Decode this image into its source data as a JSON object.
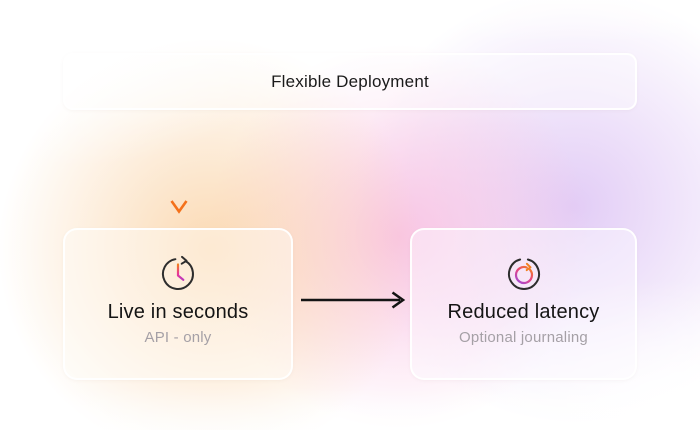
{
  "diagram": {
    "top_node": {
      "label": "Flexible Deployment"
    },
    "left_node": {
      "title": "Live in seconds",
      "subtitle": "API - only",
      "icon": "clock-icon"
    },
    "right_node": {
      "title": "Reduced latency",
      "subtitle": "Optional journaling",
      "icon": "rotate-cw-icon"
    },
    "connectors": [
      {
        "from": "top_node",
        "to": "left_node",
        "direction": "down",
        "style": "gradient indigo-magenta-orange"
      },
      {
        "from": "left_node",
        "to": "right_node",
        "direction": "right",
        "style": "solid black"
      }
    ],
    "colors": {
      "arrow_gradient_top": "#4423cd",
      "arrow_gradient_mid": "#e821b2",
      "arrow_gradient_bottom": "#f4711b",
      "arrow_black": "#141414",
      "icon_stroke": "#2d2d2d",
      "icon_accent_orange": "#f2801f",
      "icon_accent_magenta": "#e8359b",
      "icon_accent_purple": "#a04ad8",
      "title_text": "#141414",
      "subtitle_text": "#a5a0a6",
      "bg_orange": "#fad3a6",
      "bg_pink": "#f9c0e1",
      "bg_purple": "#dfc7f5"
    }
  }
}
